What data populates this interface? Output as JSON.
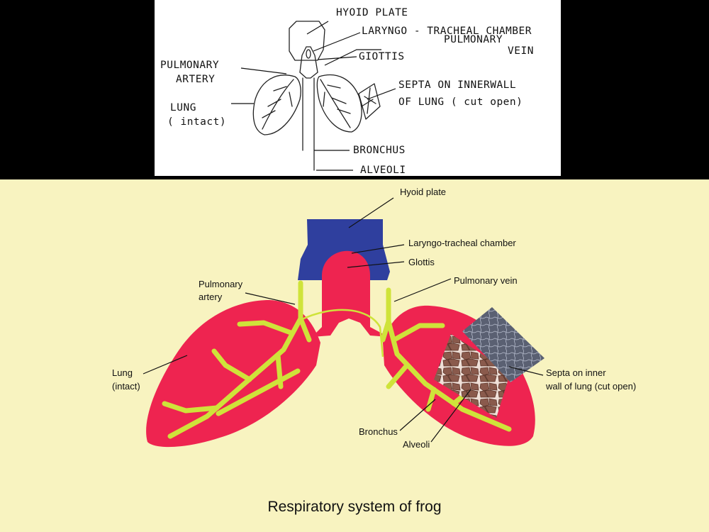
{
  "sketch": {
    "labels": {
      "hyoid_plate": "HYOID PLATE",
      "laryngo_tracheal": "LARYNGO - TRACHEAL CHAMBER",
      "glottis": "GIOTTIS",
      "pulmonary_vein_1": "PULMONARY",
      "pulmonary_vein_2": "VEIN",
      "pulmonary_artery_1": "PULMONARY",
      "pulmonary_artery_2": "ARTERY",
      "septa_1": "SEPTA ON INNERWALL",
      "septa_2": "OF LUNG ( cut open)",
      "lung_1": "LUNG",
      "lung_2": "( intact)",
      "bronchus": "BRONCHUS",
      "alveoli": "ALVEOLI"
    }
  },
  "diagram": {
    "labels": {
      "hyoid_plate": "Hyoid plate",
      "laryngo_tracheal": "Laryngo-tracheal chamber",
      "glottis": "Glottis",
      "pulmonary_artery_1": "Pulmonary",
      "pulmonary_artery_2": "artery",
      "pulmonary_vein": "Pulmonary vein",
      "lung_1": "Lung",
      "lung_2": "(intact)",
      "septa_1": "Septa on inner",
      "septa_2": "wall of lung (cut open)",
      "bronchus": "Bronchus",
      "alveoli": "Alveoli"
    },
    "caption": "Respiratory system of frog",
    "colors": {
      "background": "#f8f3c0",
      "lung": "#ee2450",
      "hyoid": "#2f3f9e",
      "vessel": "#cfe33a",
      "alveoli": "#8a5a4c",
      "septa": "#4a5060"
    }
  }
}
